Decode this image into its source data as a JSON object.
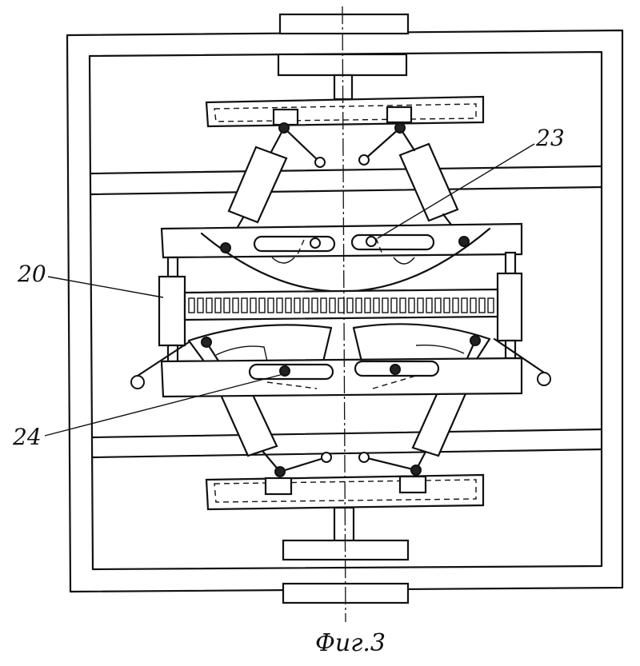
{
  "figure": {
    "caption": "Фиг.3",
    "labels": {
      "part_20": "20",
      "part_23": "23",
      "part_24": "24"
    }
  }
}
